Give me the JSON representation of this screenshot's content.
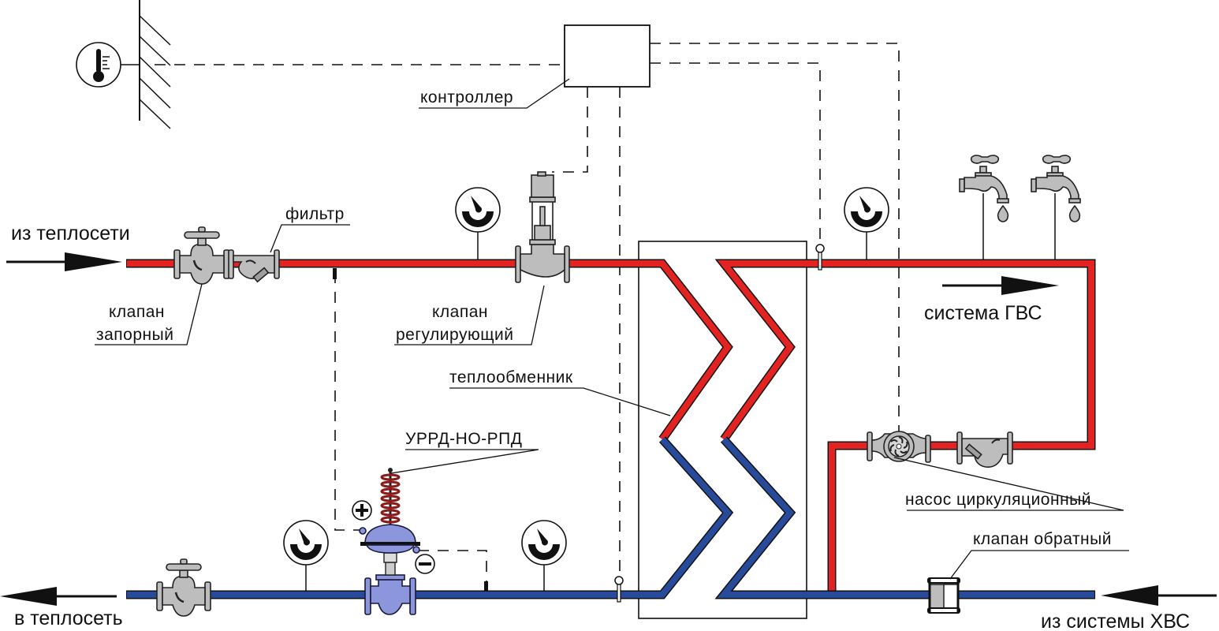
{
  "title": "Схема подключения теплообменника ГВС",
  "colors": {
    "supply_pipe": "#e32322",
    "return_pipe": "#274b9a",
    "valve_metal": "#bdbdbd",
    "regulator_blue": "#8c96dc",
    "line": "#111111"
  },
  "labels": {
    "from_heating_network": "из теплосети",
    "to_heating_network": "в теплосеть",
    "filter": "фильтр",
    "shutoff_valve_line1": "клапан",
    "shutoff_valve_line2": "запорный",
    "control_valve_line1": "клапан",
    "control_valve_line2": "регулирующий",
    "controller": "контроллер",
    "heat_exchanger": "теплообменник",
    "pressure_regulator": "УРРД-НО-РПД",
    "dhw_system": "система ГВС",
    "circulation_pump": "насос циркуляционный",
    "check_valve": "клапан обратный",
    "from_cold_water": "из системы ХВС"
  },
  "symbols": {
    "plus": "+",
    "minus": "−"
  },
  "components": [
    {
      "id": "outdoor-temperature-sensor",
      "icon": "thermometer-icon"
    },
    {
      "id": "controller",
      "icon": "controller-box"
    },
    {
      "id": "shutoff-valve-supply",
      "icon": "gate-valve-icon"
    },
    {
      "id": "filter-supply",
      "icon": "strainer-icon"
    },
    {
      "id": "pressure-gauge-supply-1",
      "icon": "pressure-gauge-icon"
    },
    {
      "id": "control-valve",
      "icon": "motorized-valve-icon"
    },
    {
      "id": "heat-exchanger",
      "icon": "heat-exchanger-icon"
    },
    {
      "id": "pressure-gauge-dhw",
      "icon": "pressure-gauge-icon"
    },
    {
      "id": "faucet-1",
      "icon": "faucet-icon"
    },
    {
      "id": "faucet-2",
      "icon": "faucet-icon"
    },
    {
      "id": "circulation-pump",
      "icon": "pump-icon"
    },
    {
      "id": "filter-circulation",
      "icon": "strainer-icon"
    },
    {
      "id": "check-valve",
      "icon": "check-valve-icon"
    },
    {
      "id": "shutoff-valve-return",
      "icon": "gate-valve-icon"
    },
    {
      "id": "pressure-gauge-return-1",
      "icon": "pressure-gauge-icon"
    },
    {
      "id": "pressure-regulator",
      "icon": "pressure-regulator-icon"
    },
    {
      "id": "pressure-gauge-return-2",
      "icon": "pressure-gauge-icon"
    }
  ]
}
